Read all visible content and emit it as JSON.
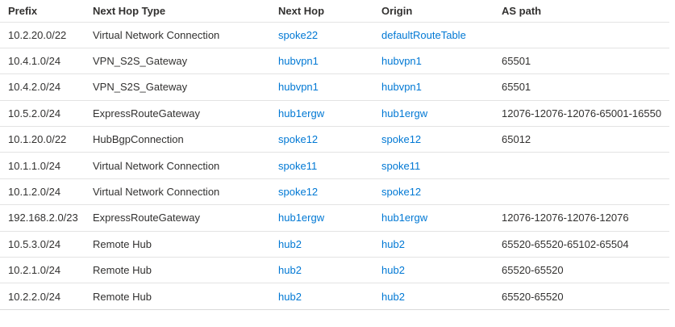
{
  "colors": {
    "link_blue": "#0078d4",
    "body_text": "#323130",
    "divider": "#e3e3e3"
  },
  "table": {
    "columns": {
      "prefix": "Prefix",
      "next_hop_type": "Next Hop Type",
      "next_hop": "Next Hop",
      "origin": "Origin",
      "as_path": "AS path"
    },
    "rows": [
      {
        "prefix": "10.2.20.0/22",
        "next_hop_type": "Virtual Network Connection",
        "next_hop": "spoke22",
        "origin": "defaultRouteTable",
        "as_path": ""
      },
      {
        "prefix": "10.4.1.0/24",
        "next_hop_type": "VPN_S2S_Gateway",
        "next_hop": "hubvpn1",
        "origin": "hubvpn1",
        "as_path": "65501"
      },
      {
        "prefix": "10.4.2.0/24",
        "next_hop_type": "VPN_S2S_Gateway",
        "next_hop": "hubvpn1",
        "origin": "hubvpn1",
        "as_path": "65501"
      },
      {
        "prefix": "10.5.2.0/24",
        "next_hop_type": "ExpressRouteGateway",
        "next_hop": "hub1ergw",
        "origin": "hub1ergw",
        "as_path": "12076-12076-12076-65001-16550"
      },
      {
        "prefix": "10.1.20.0/22",
        "next_hop_type": "HubBgpConnection",
        "next_hop": "spoke12",
        "origin": "spoke12",
        "as_path": "65012"
      },
      {
        "prefix": "10.1.1.0/24",
        "next_hop_type": "Virtual Network Connection",
        "next_hop": "spoke11",
        "origin": "spoke11",
        "as_path": ""
      },
      {
        "prefix": "10.1.2.0/24",
        "next_hop_type": "Virtual Network Connection",
        "next_hop": "spoke12",
        "origin": "spoke12",
        "as_path": ""
      },
      {
        "prefix": "192.168.2.0/23",
        "next_hop_type": "ExpressRouteGateway",
        "next_hop": "hub1ergw",
        "origin": "hub1ergw",
        "as_path": "12076-12076-12076-12076"
      },
      {
        "prefix": "10.5.3.0/24",
        "next_hop_type": "Remote Hub",
        "next_hop": "hub2",
        "origin": "hub2",
        "as_path": "65520-65520-65102-65504"
      },
      {
        "prefix": "10.2.1.0/24",
        "next_hop_type": "Remote Hub",
        "next_hop": "hub2",
        "origin": "hub2",
        "as_path": "65520-65520"
      },
      {
        "prefix": "10.2.2.0/24",
        "next_hop_type": "Remote Hub",
        "next_hop": "hub2",
        "origin": "hub2",
        "as_path": "65520-65520"
      }
    ]
  }
}
